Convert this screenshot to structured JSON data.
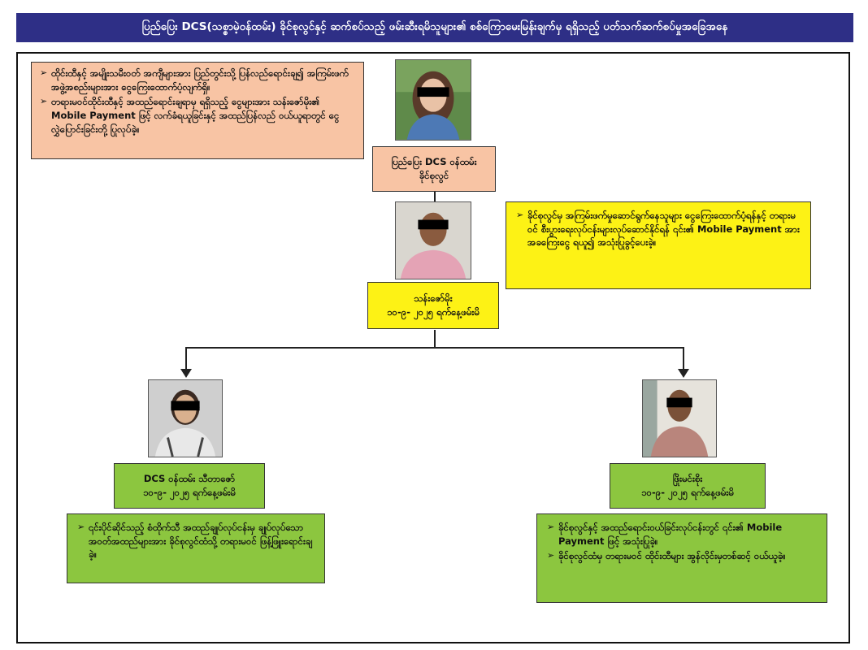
{
  "title": "ပြည်ပြေး DCS(သစ္စာမဲ့ဝန်ထမ်း) ခိုင်စုလွင်နှင့် ဆက်စပ်သည့် ဖမ်းဆီးရမိသူများ၏ စစ်ကြောမေးမြန်းချက်မှ ရရှိသည့် ပတ်သက်ဆက်စပ်မှုအခြေအနေ",
  "top_left_note": {
    "bullets": [
      "ထိုင်းထီနှင့် အမျိုးသမီးဝတ် အကျီများအား ပြည်တွင်းသို့ ပြန်လည်ရောင်းချ၍ အကြမ်းဖက်အဖွဲ့အစည်းများအား ငွေကြေးထောက်ပံ့လျက်ရှိ။",
      "တရားမဝင်ထိုင်းထီနှင့် အထည်ရောင်းချရာမှ ရရှိသည့် ငွေများအား သန်းဇော်မိုး၏ Mobile Payment ဖြင့် လက်ခံရယူခြင်းနှင့် အထည်ပြန်လည် ဝယ်ယူရာတွင် ငွေလွှဲပြောင်းခြင်းတို့ ပြုလုပ်ခဲ့။"
    ]
  },
  "top_person": {
    "line1": "ပြည်ပြေး DCS ဝန်ထမ်း",
    "line2": "ခိုင်စုလွင်"
  },
  "middle_person": {
    "name": "သန်းဇော်မိုး",
    "date": "၁၀-၉- ၂၀၂၅ ရက်နေ့ဖမ်းမိ"
  },
  "middle_note": {
    "bullets": [
      "ခိုင်စုလွင်မှ အကြမ်းဖက်မှုဆောင်ရွက်နေသူများ ငွေကြေးထောက်ပံ့ရန်နှင့် တရားမဝင် စီးပွားရေးလုပ်ငန်းများလုပ်ဆောင်နိုင်ရန် ၎င်း၏ Mobile Payment အား အခကြေးငွေ ရယူ၍ အသုံးပြုခွင့်ပေးခဲ့။"
    ]
  },
  "left_person": {
    "name": "DCS ဝန်ထမ်း သီတာဇော်",
    "date": "၁၀-၉- ၂၀၂၅ ရက်နေ့ဖမ်းမိ"
  },
  "left_note": {
    "bullets": [
      "၎င်းပိုင်ဆိုင်သည့် စံထိုက်သီ အထည်ချုပ်လုပ်ငန်းမှ ချုပ်လုပ်သော အဝတ်အထည်များအား ခိုင်စုလွင်ထံသို့ တရားမဝင် ဖြန့်ဖြူးရောင်းချခဲ့။"
    ]
  },
  "right_person": {
    "name": "ဖြိုးမင်းစိုး",
    "date": "၁၀-၉- ၂၀၂၅ ရက်နေ့ဖမ်းမိ"
  },
  "right_note": {
    "bullets": [
      "ခိုင်စုလွင်နှင့် အထည်ရောင်းဝယ်ခြင်းလုပ်ငန်းတွင် ၎င်း၏ Mobile Payment ဖြင့် အသုံးပြုခဲ့။",
      "ခိုင်စုလွင်ထံမှ တရားမဝင် ထိုင်းထီများ အွန်လိုင်းမှတစ်ဆင့် ဝယ်ယူခဲ့။"
    ]
  },
  "bullet_icon": "arrowhead-bullet-icon",
  "colors": {
    "title_bg": "#2e2f86",
    "salmon": "#f8c4a4",
    "yellow": "#fdf215",
    "green": "#8cc63f"
  }
}
